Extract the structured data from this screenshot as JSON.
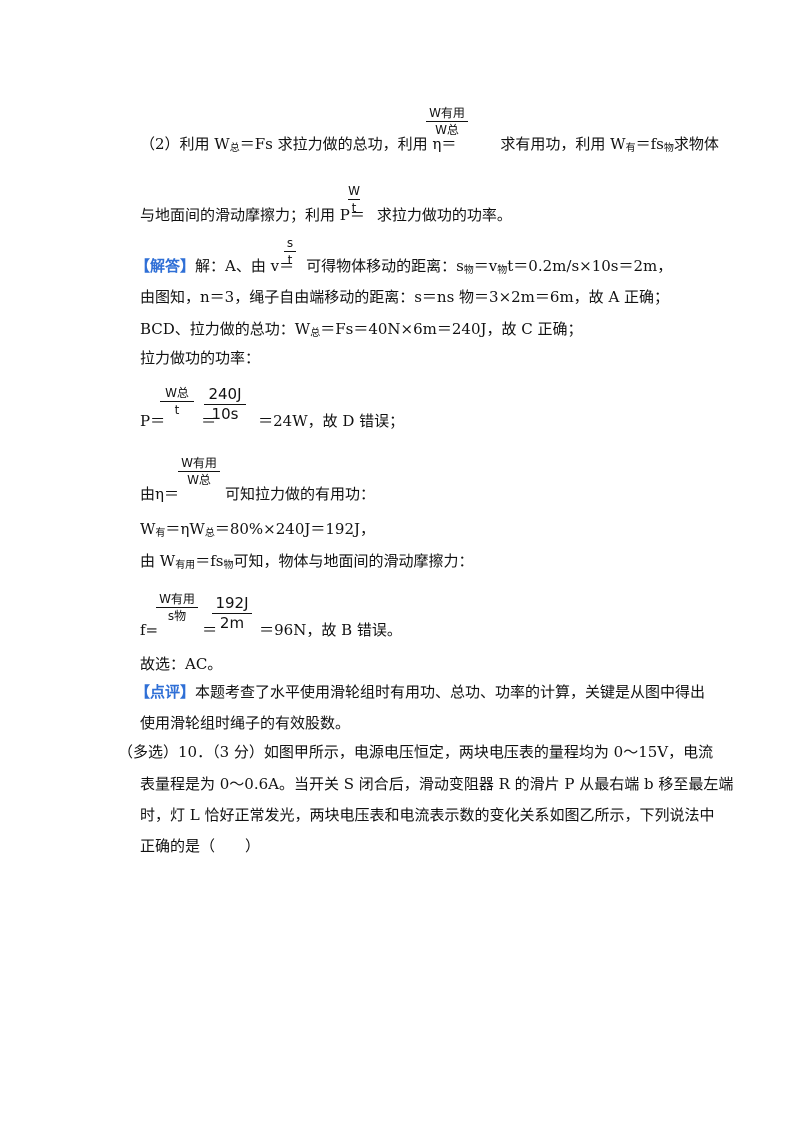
{
  "p1": {
    "a": "（2）利用 W",
    "sub_zong": "总",
    "b": "＝Fs 求拉力做的总功，利用 η＝",
    "c": "求有用功，利用 W",
    "sub_you": "有",
    "d": "＝fs",
    "sub_wu": "物",
    "e": "求物体"
  },
  "p1_frac": {
    "num": "W有用",
    "den": "W总"
  },
  "p2": {
    "a": "与地面间的滑动摩擦力；利用 P＝",
    "b": "求拉力做功的功率。"
  },
  "p2_frac": {
    "num": "W",
    "den": "t"
  },
  "p3": {
    "label": "【解答】",
    "a": "解：A、由 v＝",
    "b": "可得物体移动的距离：s",
    "sub_wu": "物",
    "c": "＝v",
    "sub_wu2": "物",
    "d": "t＝0.2m/s×10s＝2m，"
  },
  "p3_frac": {
    "num": "s",
    "den": "t"
  },
  "p4": "由图知，n＝3，绳子自由端移动的距离：s＝ns 物＝3×2m＝6m，故 A 正确；",
  "p5": {
    "a": "BCD、拉力做的总功：W",
    "sub_zong": "总",
    "b": "＝Fs＝40N×6m＝240J，故 C 正确；"
  },
  "p6": "拉力做功的功率：",
  "p7": {
    "a": "P＝",
    "eq": "＝",
    "b": "＝24W，故 D 错误；"
  },
  "p7_frac1": {
    "num": "W总",
    "den": "t"
  },
  "p7_frac2": {
    "num": "240J",
    "den": "10s"
  },
  "p8": {
    "a": "由η＝",
    "b": "可知拉力做的有用功："
  },
  "p8_frac": {
    "num": "W有用",
    "den": "W总"
  },
  "p9": {
    "a": "W",
    "sub_you": "有",
    "b": "＝ηW",
    "sub_zong": "总",
    "c": "＝80%×240J＝192J，"
  },
  "p10": {
    "a": "由 W",
    "sub_youyong": "有用",
    "b": "＝fs",
    "sub_wu": "物",
    "c": "可知，物体与地面间的滑动摩擦力："
  },
  "p11": {
    "a": "f=",
    "eq": "＝",
    "b": "＝96N，故 B 错误。"
  },
  "p11_frac1": {
    "num": "W有用",
    "den": "s物"
  },
  "p11_frac2": {
    "num": "192J",
    "den": "2m"
  },
  "p12": "故选：AC。",
  "p13": {
    "label": "【点评】",
    "a": "本题考查了水平使用滑轮组时有用功、总功、功率的计算，关键是从图中得出"
  },
  "p14": "使用滑轮组时绳子的有效股数。",
  "q10": [
    "（多选）10．（3 分）如图甲所示，电源电压恒定，两块电压表的量程均为 0～15V，电流",
    "表量程是为 0～0.6A。当开关 S 闭合后，滑动变阻器 R 的滑片 P 从最右端 b 移至最左端",
    "时，灯 L 恰好正常发光，两块电压表和电流表示数的变化关系如图乙所示，下列说法中",
    "正确的是（　　）"
  ],
  "colors": {
    "bracket": "#2f6fd6",
    "text": "#111111"
  }
}
